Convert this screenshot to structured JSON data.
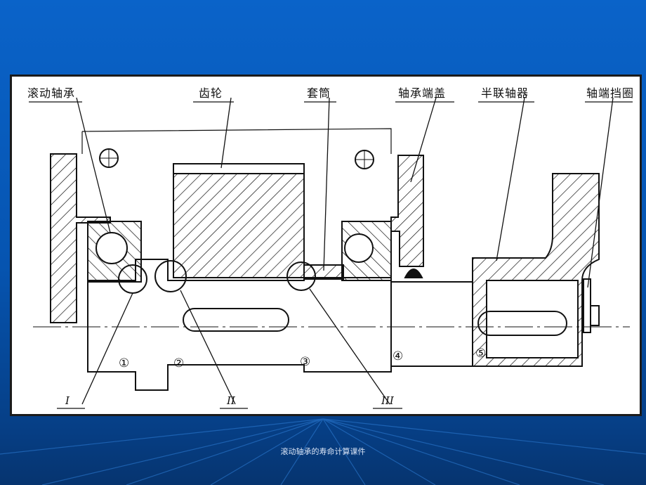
{
  "colors": {
    "background": "#0654b0",
    "frame": "#ffffff",
    "ink": "#1b1b1b"
  },
  "labels": {
    "bearing": "滚动轴承",
    "gear": "齿轮",
    "sleeve": "套筒",
    "end_cover": "轴承端盖",
    "coupling": "半联轴器",
    "end_ring": "轴端挡圈"
  },
  "section_marks": [
    "I",
    "II",
    "III"
  ],
  "step_marks": [
    "①",
    "②",
    "③",
    "④",
    "⑤"
  ],
  "caption": "滚动轴承的寿命计算课件"
}
